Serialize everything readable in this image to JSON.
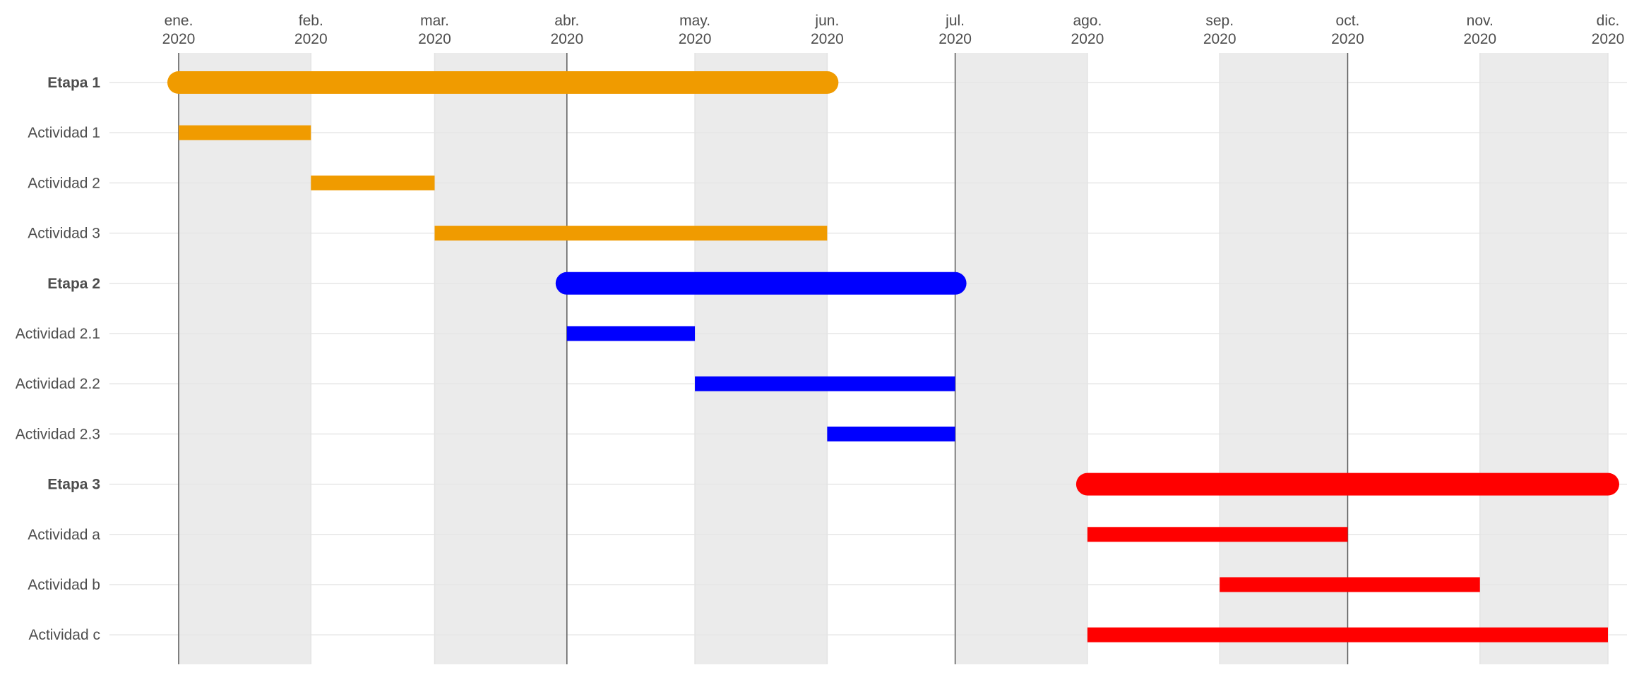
{
  "chart_data": {
    "type": "gantt",
    "title": "",
    "x_axis": {
      "position": "top",
      "range": [
        "2020-01-01",
        "2020-12-01"
      ],
      "ticks": [
        {
          "date": "2020-01-01",
          "month": "ene.",
          "year": "2020"
        },
        {
          "date": "2020-02-01",
          "month": "feb.",
          "year": "2020"
        },
        {
          "date": "2020-03-01",
          "month": "mar.",
          "year": "2020"
        },
        {
          "date": "2020-04-01",
          "month": "abr.",
          "year": "2020"
        },
        {
          "date": "2020-05-01",
          "month": "may.",
          "year": "2020"
        },
        {
          "date": "2020-06-01",
          "month": "jun.",
          "year": "2020"
        },
        {
          "date": "2020-07-01",
          "month": "jul.",
          "year": "2020"
        },
        {
          "date": "2020-08-01",
          "month": "ago.",
          "year": "2020"
        },
        {
          "date": "2020-09-01",
          "month": "sep.",
          "year": "2020"
        },
        {
          "date": "2020-10-01",
          "month": "oct.",
          "year": "2020"
        },
        {
          "date": "2020-11-01",
          "month": "nov.",
          "year": "2020"
        },
        {
          "date": "2020-12-01",
          "month": "dic.",
          "year": "2020"
        }
      ]
    },
    "shaded_periods": [
      {
        "start": "2020-01-01",
        "end": "2020-02-01",
        "color": "#ebebeb"
      },
      {
        "start": "2020-03-01",
        "end": "2020-04-01",
        "color": "#ebebeb"
      },
      {
        "start": "2020-05-01",
        "end": "2020-06-01",
        "color": "#ebebeb"
      },
      {
        "start": "2020-07-01",
        "end": "2020-08-01",
        "color": "#ebebeb"
      },
      {
        "start": "2020-09-01",
        "end": "2020-10-01",
        "color": "#ebebeb"
      },
      {
        "start": "2020-11-01",
        "end": "2020-12-01",
        "color": "#ebebeb"
      }
    ],
    "dark_vlines": [
      "2020-01-01",
      "2020-04-01",
      "2020-07-01",
      "2020-10-01"
    ],
    "grid": true,
    "legend": "none",
    "tasks": [
      {
        "label": "Etapa 1",
        "type": "stage",
        "start": "2020-01-01",
        "end": "2020-06-01",
        "color": "#f09b00"
      },
      {
        "label": "Actividad 1",
        "type": "activity",
        "start": "2020-01-01",
        "end": "2020-02-01",
        "color": "#f09b00"
      },
      {
        "label": "Actividad 2",
        "type": "activity",
        "start": "2020-02-01",
        "end": "2020-03-01",
        "color": "#f09b00"
      },
      {
        "label": "Actividad 3",
        "type": "activity",
        "start": "2020-03-01",
        "end": "2020-06-01",
        "color": "#f09b00"
      },
      {
        "label": "Etapa 2",
        "type": "stage",
        "start": "2020-04-01",
        "end": "2020-07-01",
        "color": "#0000ff"
      },
      {
        "label": "Actividad 2.1",
        "type": "activity",
        "start": "2020-04-01",
        "end": "2020-05-01",
        "color": "#0000ff"
      },
      {
        "label": "Actividad 2.2",
        "type": "activity",
        "start": "2020-05-01",
        "end": "2020-07-01",
        "color": "#0000ff"
      },
      {
        "label": "Actividad 2.3",
        "type": "activity",
        "start": "2020-06-01",
        "end": "2020-07-01",
        "color": "#0000ff"
      },
      {
        "label": "Etapa 3",
        "type": "stage",
        "start": "2020-08-01",
        "end": "2020-12-01",
        "color": "#ff0000"
      },
      {
        "label": "Actividad a",
        "type": "activity",
        "start": "2020-08-01",
        "end": "2020-10-01",
        "color": "#ff0000"
      },
      {
        "label": "Actividad b",
        "type": "activity",
        "start": "2020-09-01",
        "end": "2020-11-01",
        "color": "#ff0000"
      },
      {
        "label": "Actividad c",
        "type": "activity",
        "start": "2020-08-01",
        "end": "2020-12-01",
        "color": "#ff0000"
      }
    ]
  }
}
